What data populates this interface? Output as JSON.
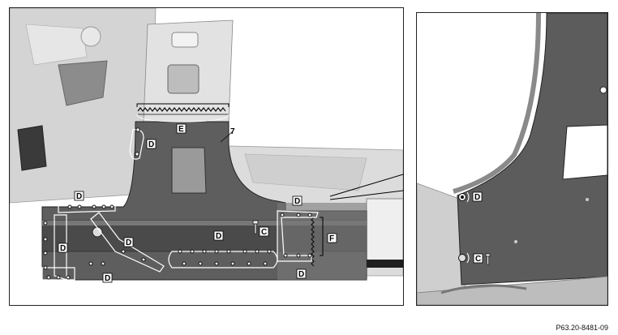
{
  "labels": {
    "D": "D",
    "E": "E",
    "C": "C",
    "F": "F",
    "part_7": "7"
  },
  "drawing_reference": "P63.20-8481-09",
  "colors": {
    "panel_dark": "#5a5a5a",
    "panel_light": "#c8c8c8",
    "background_body": "#d9d9d9",
    "weld_line": "#ffffff"
  }
}
